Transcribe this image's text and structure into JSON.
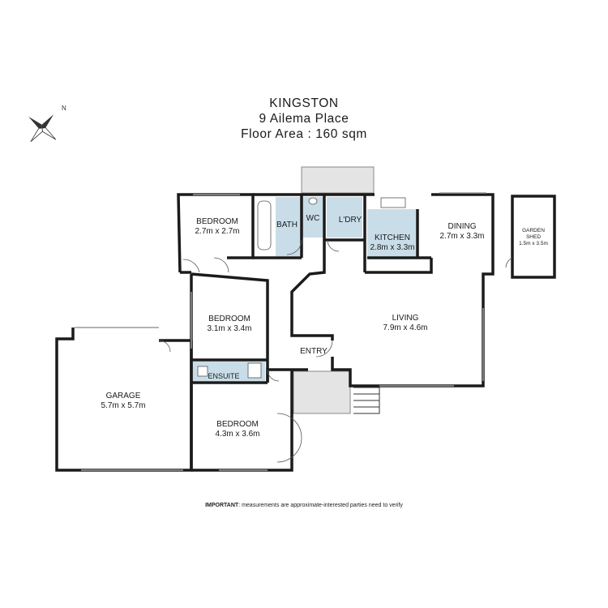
{
  "header": {
    "title": "KINGSTON",
    "address": "9 Ailema Place",
    "floor_area": "Floor Area : 160 sqm"
  },
  "compass": {
    "label": "N"
  },
  "rooms": {
    "bedroom1": {
      "name": "BEDROOM",
      "size": "2.7m x 2.7m"
    },
    "bath": {
      "name": "BATH"
    },
    "wc": {
      "name": "WC"
    },
    "laundry": {
      "name": "L'DRY"
    },
    "kitchen": {
      "name": "KITCHEN",
      "size": "2.8m x 3.3m"
    },
    "dining": {
      "name": "DINING",
      "size": "2.7m x 3.3m"
    },
    "shed": {
      "name_line1": "GARDEN",
      "name_line2": "SHED",
      "size": "1.5m x 3.5m"
    },
    "bedroom2": {
      "name": "BEDROOM",
      "size": "3.1m x 3.4m"
    },
    "living": {
      "name": "LIVING",
      "size": "7.9m x 4.6m"
    },
    "entry": {
      "name": "ENTRY"
    },
    "ensuite": {
      "name": "ENSUITE"
    },
    "garage": {
      "name": "GARAGE",
      "size": "5.7m x 5.7m"
    },
    "bedroom3": {
      "name": "BEDROOM",
      "size": "4.3m x 3.6m"
    }
  },
  "disclaimer": {
    "lead": "IMPORTANT",
    "text": ": measurements are approximate-interested parties need to verify"
  },
  "colors": {
    "wall": "#1b1b1b",
    "wet_area": "#c9dde8",
    "outdoor": "#e4e4e4",
    "text": "#1a1a1a"
  }
}
